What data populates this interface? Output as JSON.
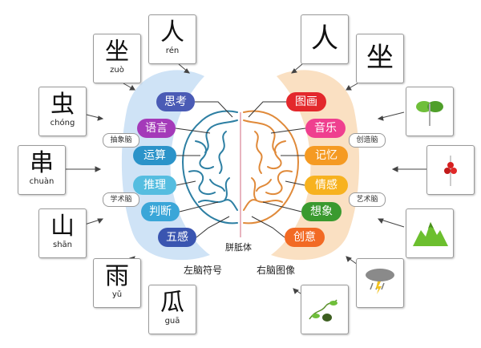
{
  "left_cards": [
    {
      "char": "人",
      "pinyin": "rén"
    },
    {
      "char": "坐",
      "pinyin": "zuò"
    },
    {
      "char": "虫",
      "pinyin": "chóng"
    },
    {
      "char": "串",
      "pinyin": "chuàn"
    },
    {
      "char": "山",
      "pinyin": "shān"
    },
    {
      "char": "雨",
      "pinyin": "yǔ"
    },
    {
      "char": "瓜",
      "pinyin": "guā"
    }
  ],
  "right_cards": [
    {
      "char": "人"
    },
    {
      "char": "坐"
    },
    {
      "picture": "leaf-icon"
    },
    {
      "picture": "candied-haws-icon"
    },
    {
      "picture": "mountain-icon"
    },
    {
      "picture": "rain-cloud-icon"
    },
    {
      "picture": "melon-vine-icon"
    }
  ],
  "left_functions": [
    {
      "label": "思考",
      "color": "#4a5bb5"
    },
    {
      "label": "语言",
      "color": "#a43ab9"
    },
    {
      "label": "运算",
      "color": "#2b93c9"
    },
    {
      "label": "推理",
      "color": "#55bde0"
    },
    {
      "label": "判断",
      "color": "#3aa6d8"
    },
    {
      "label": "五感",
      "color": "#3a55b0"
    }
  ],
  "right_functions": [
    {
      "label": "图画",
      "color": "#e3282c"
    },
    {
      "label": "音乐",
      "color": "#ef3f8f"
    },
    {
      "label": "记忆",
      "color": "#f59a22"
    },
    {
      "label": "情感",
      "color": "#f7b21f"
    },
    {
      "label": "想象",
      "color": "#3a9a2f"
    },
    {
      "label": "创意",
      "color": "#f26a24"
    }
  ],
  "tags": {
    "left_top": "抽象脑",
    "left_bottom": "学术脑",
    "right_top": "创造脑",
    "right_bottom": "艺术脑"
  },
  "captions": {
    "corpus_callosum": "胼胝体",
    "left_title": "左脑符号",
    "right_title": "右脑图像"
  },
  "colors": {
    "left_hemisphere": "#2d7fa3",
    "right_hemisphere": "#e08a3a",
    "left_band": "#cfe3f6",
    "right_band": "#fae0c2"
  }
}
